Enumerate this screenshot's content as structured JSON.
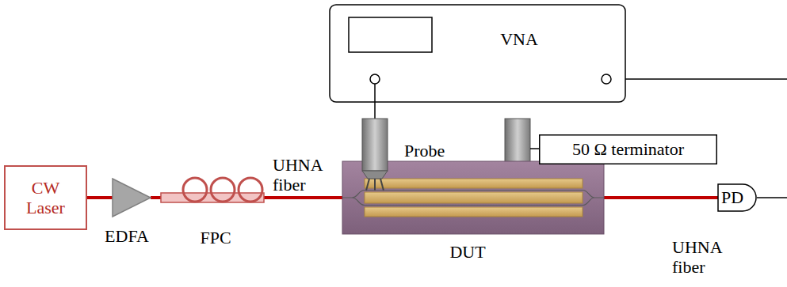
{
  "diagram": {
    "nodes": [
      {
        "text": [
          "CW Laser"
        ]
      },
      {
        "text": [
          "EDFA"
        ]
      },
      {
        "text": [
          "FPC"
        ]
      },
      {
        "text": [
          "DUT"
        ]
      },
      {
        "text": [
          "PD"
        ]
      },
      {
        "text": [
          "VNA"
        ]
      },
      {
        "text": [
          "Probe"
        ]
      },
      {
        "text": [
          "50 Ω terminator"
        ]
      }
    ],
    "edges": [
      {
        "from": 0,
        "to": 1,
        "arrow": "none"
      },
      {
        "from": 1,
        "to": 2,
        "arrow": "none"
      },
      {
        "from": 2,
        "to": 3,
        "label": "UHNA fiber",
        "arrow": "none"
      },
      {
        "from": 3,
        "to": 4,
        "label": "UHNA fiber",
        "arrow": "none"
      },
      {
        "from": 5,
        "to": 6,
        "arrow": "none"
      }
    ]
  }
}
